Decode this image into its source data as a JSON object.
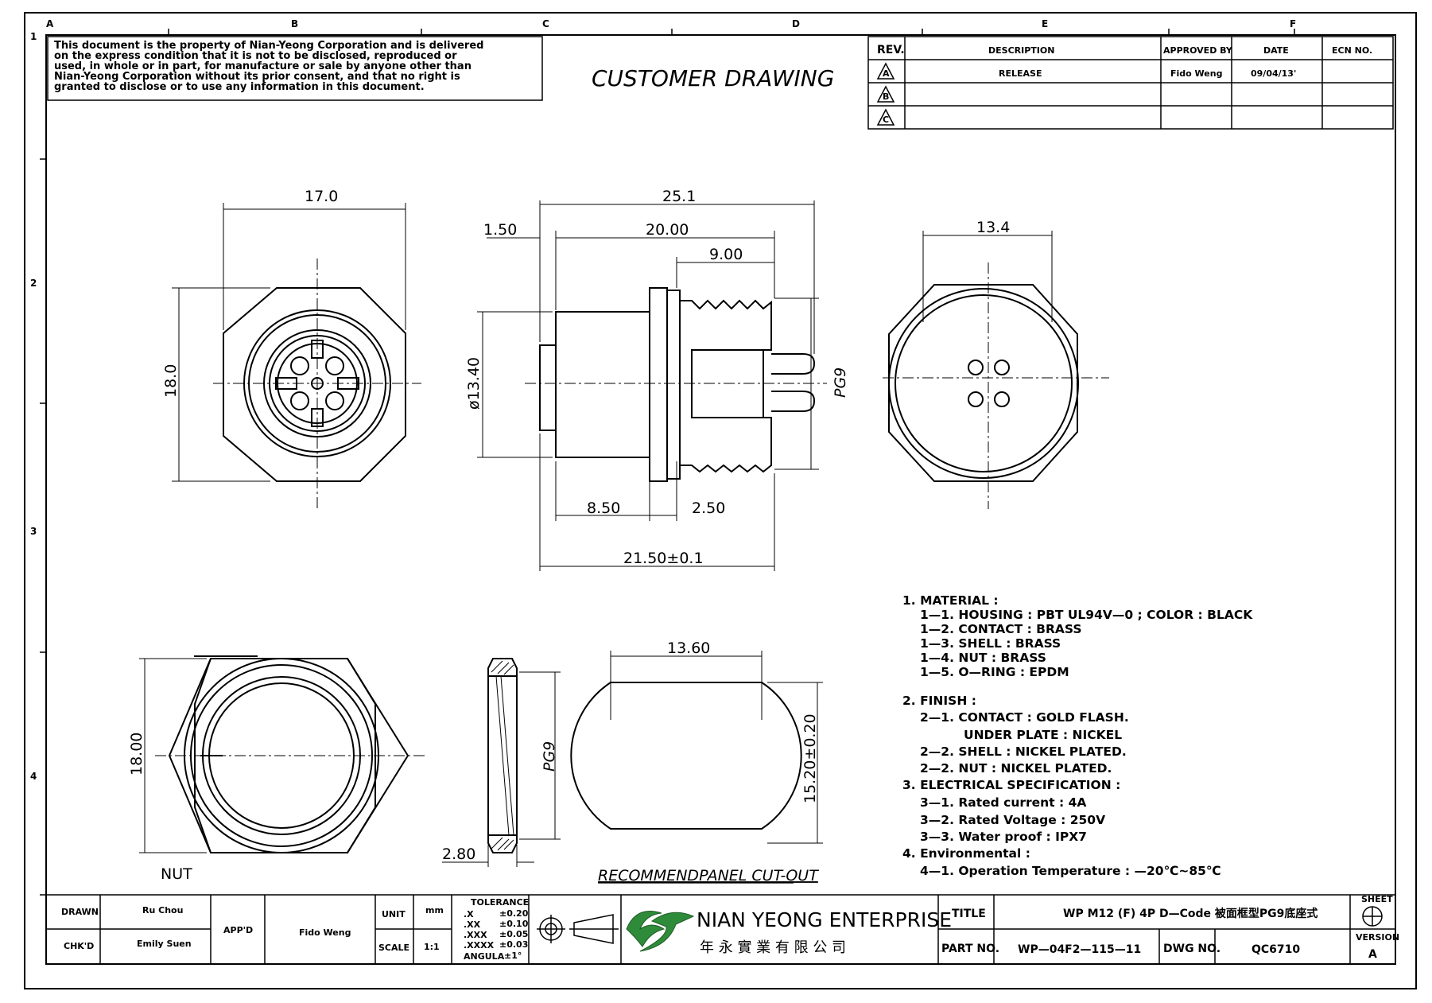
{
  "grid": {
    "cols": [
      "A",
      "B",
      "C",
      "D",
      "E",
      "F"
    ],
    "rows": [
      "1",
      "2",
      "3",
      "4"
    ]
  },
  "notice": [
    "This document is the property of Nian-Yeong Corporation and is delivered",
    "on  the  express condition that it is not to be disclosed, reproduced or",
    "used, in whole or in part, for manufacture or sale by anyone other than",
    "Nian-Yeong Corporation without  its prior consent, and that  no right  is",
    "granted to disclose or to use any information in this  document."
  ],
  "heading": "CUSTOMER  DRAWING",
  "revision_table": {
    "headers": [
      "REV.",
      "DESCRIPTION",
      "APPROVED BY",
      "DATE",
      "ECN NO."
    ],
    "rows": [
      {
        "rev": "A",
        "description": "RELEASE",
        "approved_by": "Fido Weng",
        "date": "09/04/13'",
        "ecn": ""
      },
      {
        "rev": "B",
        "description": "",
        "approved_by": "",
        "date": "",
        "ecn": ""
      },
      {
        "rev": "C",
        "description": "",
        "approved_by": "",
        "date": "",
        "ecn": ""
      }
    ]
  },
  "dimensions": {
    "front_width": "17.0",
    "front_height": "18.0",
    "side_total": "25.1",
    "side_flange": "1.50",
    "side_body": "20.00",
    "side_thread": "9.00",
    "side_diameter": "ø13.40",
    "side_thread_label": "PG9",
    "side_a": "8.50",
    "side_b": "2.50",
    "side_length": "21.50±0.1",
    "rear_width": "13.4",
    "nut_height": "18.00",
    "nut_label": "NUT",
    "nut_side_thread": "PG9",
    "nut_thickness": "2.80",
    "cutout_width": "13.60",
    "cutout_height": "15.20±0.20",
    "cutout_label": "RECOMMENDPANEL  CUT-OUT"
  },
  "notes": [
    "1.  MATERIAL  :",
    "1—1.  HOUSING  :  PBT  UL94V—0  ;  COLOR  :  BLACK",
    "1—2.  CONTACT  :  BRASS",
    "1—3.  SHELL  :  BRASS",
    "1—4.  NUT  :  BRASS",
    "1—5.  O—RING  :  EPDM",
    "2.  FINISH  :",
    "2—1.  CONTACT  :  GOLD  FLASH.",
    "UNDER  PLATE  :  NICKEL",
    "2—2.  SHELL  :  NICKEL  PLATED.",
    "2—2.  NUT  :  NICKEL  PLATED.",
    "3.  ELECTRICAL  SPECIFICATION  :",
    "3—1.  Rated  current  :  4A",
    "3—2.  Rated  Voltage  :  250V",
    "3—3.  Water  proof  :  IPX7",
    "4.  Environmental  :",
    "4—1.  Operation  Temperature  :  —20℃~85℃"
  ],
  "title_block": {
    "drawn_label": "DRAWN",
    "drawn_value": "Ru Chou",
    "chkd_label": "CHK'D",
    "chkd_value": "Emily Suen",
    "appd_label": "APP'D",
    "appd_value": "Fido Weng",
    "unit_label": "UNIT",
    "unit_value": "mm",
    "scale_label": "SCALE",
    "scale_value": "1:1",
    "tolerance_label": "TOLERANCE",
    "tolerances": [
      {
        "k": ".X",
        "v": "±0.20"
      },
      {
        "k": ".XX",
        "v": "±0.10"
      },
      {
        "k": ".XXX",
        "v": "±0.05"
      },
      {
        "k": ".XXXX",
        "v": "±0.03"
      },
      {
        "k": "ANGULA",
        "v": "±1°"
      }
    ],
    "company_en": "NIAN YEONG ENTERPRISE",
    "company_cn": "年 永 實 業 有 限 公 司",
    "title_label": "TITLE",
    "title_value": "WP  M12  (F)  4P  D—Code  被面框型PG9底座式",
    "part_label": "PART NO.",
    "part_value": "WP—04F2—115—11",
    "dwg_label": "DWG NO.",
    "dwg_value": "QC6710",
    "sheet_label": "SHEET",
    "version_label": "VERSION",
    "version_value": "A"
  }
}
